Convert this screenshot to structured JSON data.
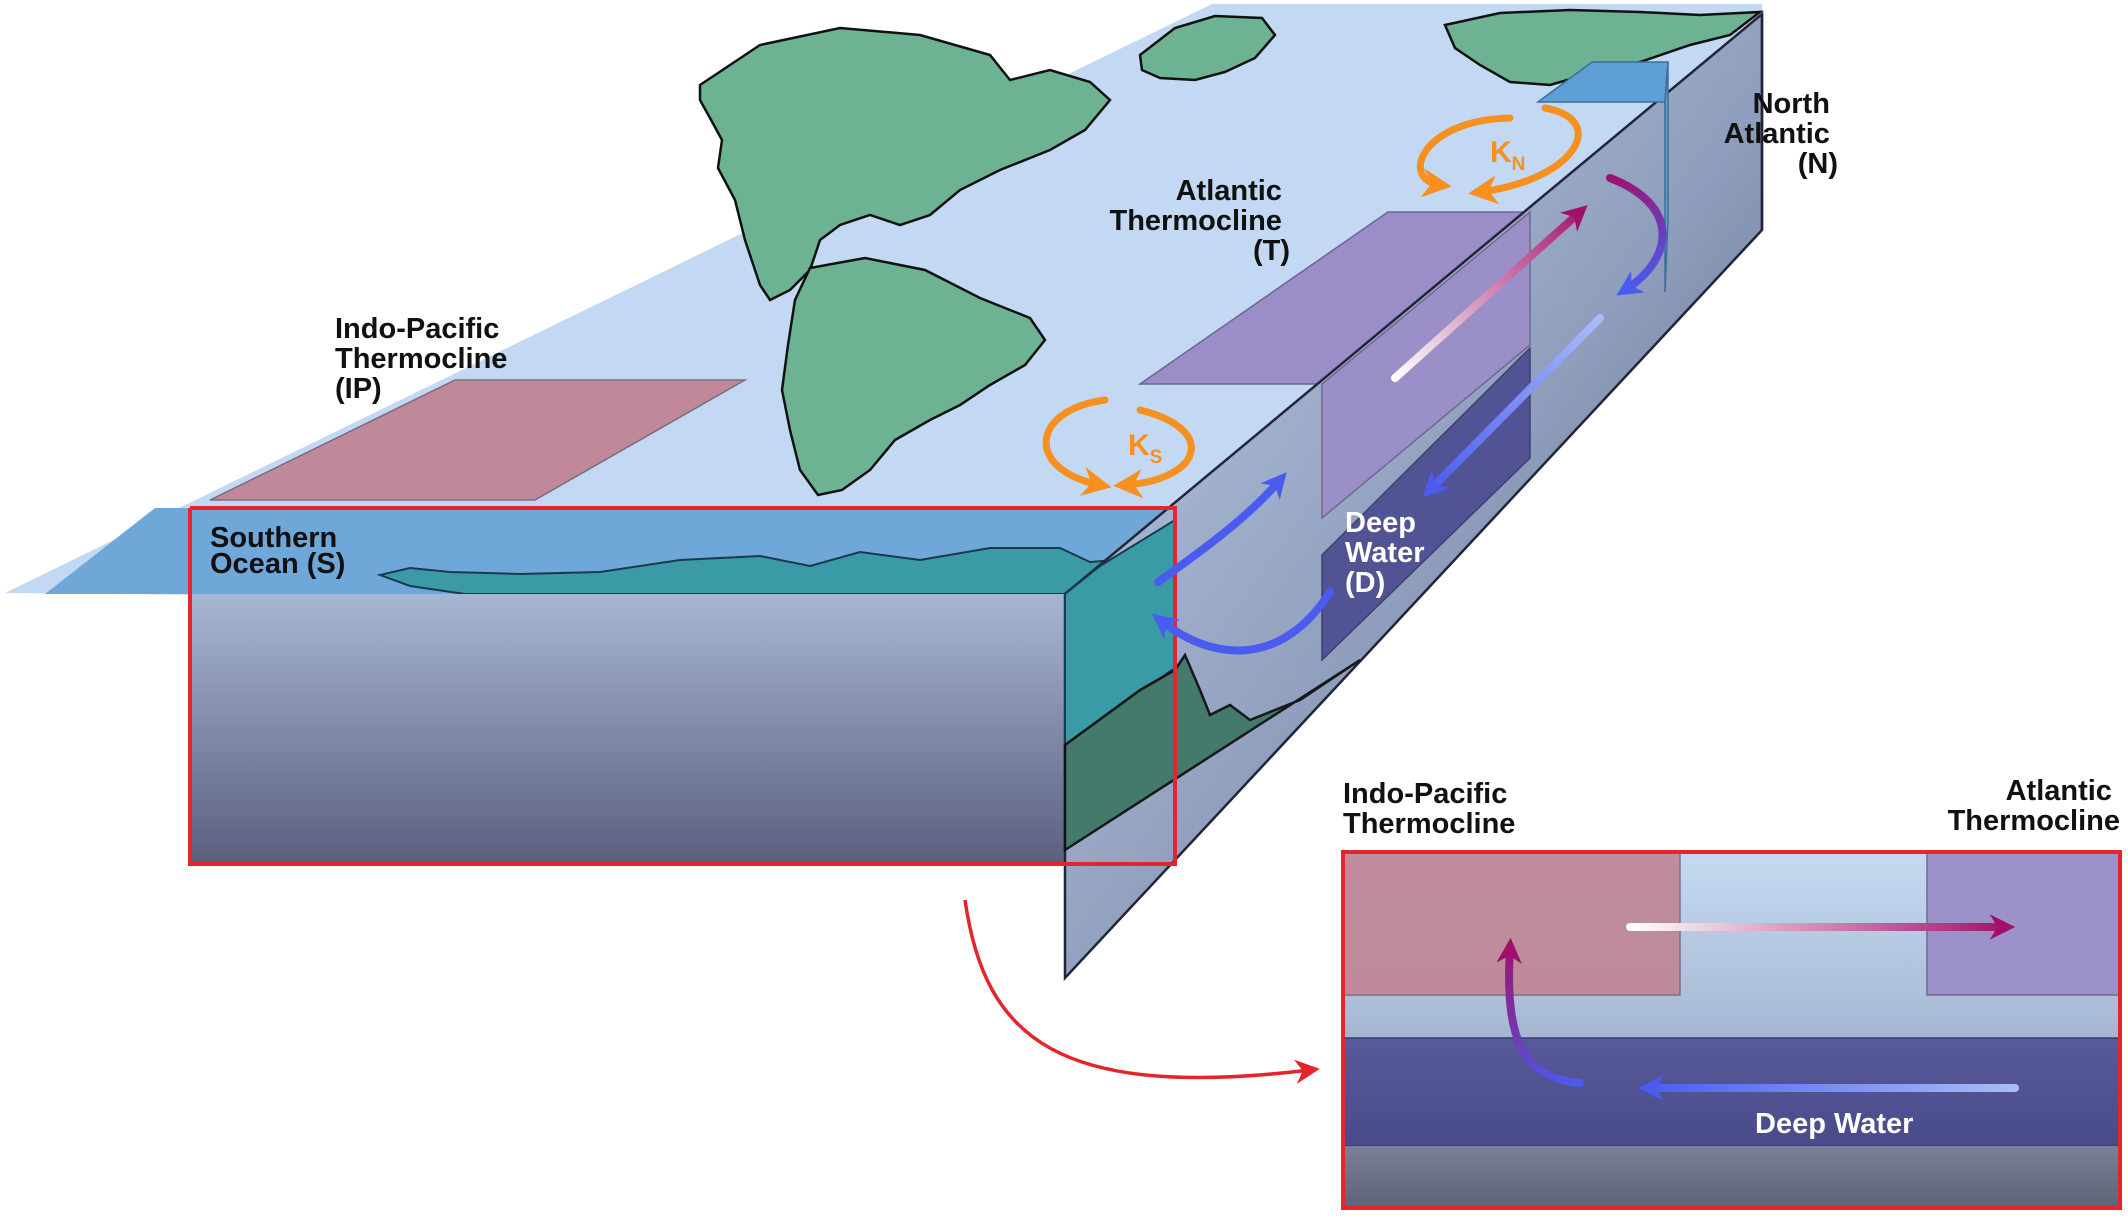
{
  "labels": {
    "north_atlantic": [
      "North",
      "Atlantic",
      "(N)"
    ],
    "atlantic_thermocline": [
      "Atlantic",
      "Thermocline",
      "(T)"
    ],
    "indo_pacific_thermocline": [
      "Indo-Pacific",
      "Thermocline",
      "(IP)"
    ],
    "southern_ocean": [
      "Southern",
      "Ocean (S)"
    ],
    "deep_water": [
      "Deep",
      "Water",
      "(D)"
    ],
    "k_north": {
      "main": "K",
      "sub": "N"
    },
    "k_south": {
      "main": "K",
      "sub": "S"
    }
  },
  "inset": {
    "indo_pacific_label": [
      "Indo-Pacific",
      "Thermocline"
    ],
    "atlantic_label": [
      "Atlantic",
      "Thermocline"
    ],
    "deep_water_label": "Deep Water"
  },
  "colors": {
    "surface": "#c3d8f2",
    "land": "#6db393",
    "southern_ocean": "#6fa8d8",
    "indo_pacific_box": "#c08999",
    "atlantic_box": "#9b8ec8",
    "deep_water_box": "#4f4f92",
    "north_atlantic_box": "#5e9fd6",
    "highlight_red": "#e3262b",
    "mixing_orange": "#f7901e",
    "flow_blue": "#4a5cf0",
    "flow_purple": "#a0106a"
  }
}
